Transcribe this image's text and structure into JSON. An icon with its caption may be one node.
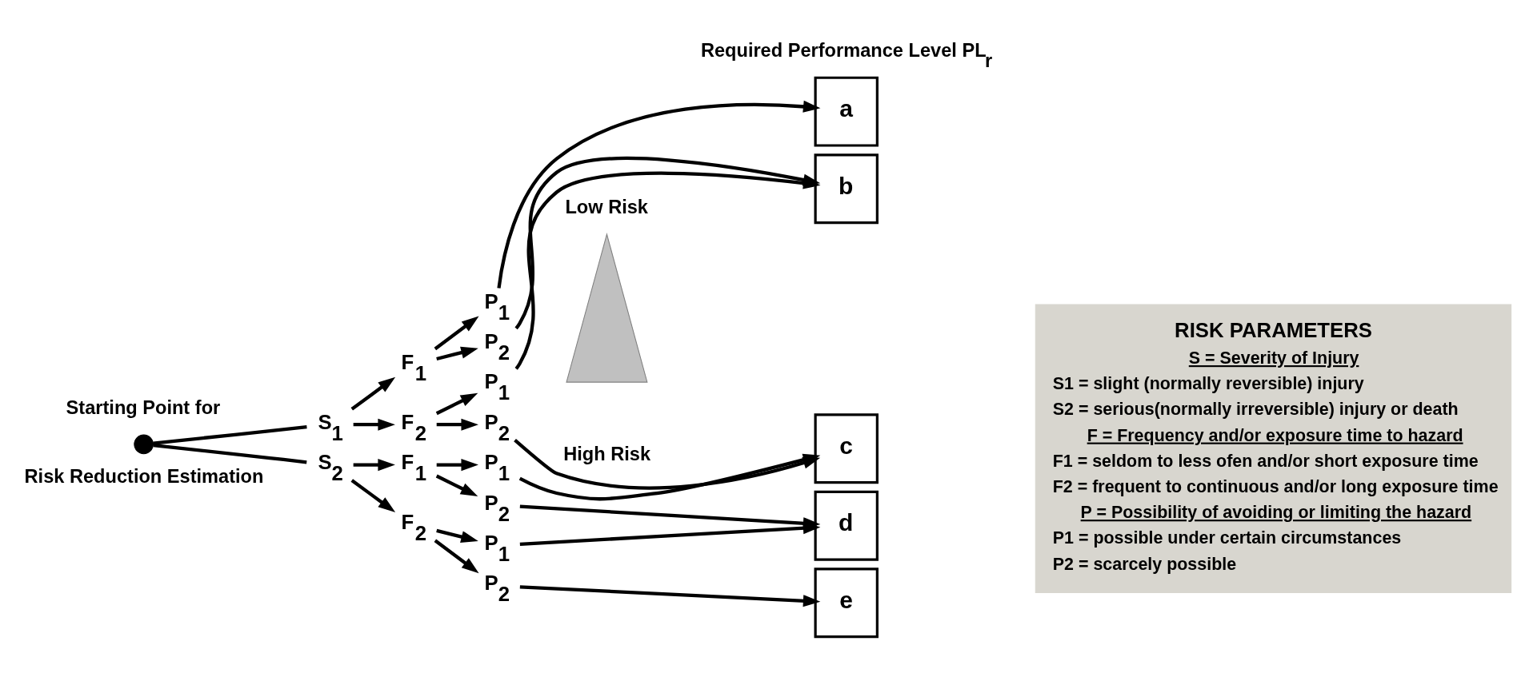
{
  "diagram": {
    "nodes": [
      {
        "text": [],
        "shape": "circle",
        "beside": [
          "Starting Point for",
          "Risk Reduction Estimation"
        ]
      },
      {
        "text": [
          "S$_{1}$"
        ]
      },
      {
        "text": [
          "S$_{2}$"
        ]
      },
      {
        "text": [
          "F$_{1}$"
        ]
      },
      {
        "text": [
          "F$_{2}$"
        ]
      },
      {
        "text": [
          "F$_{1}$"
        ]
      },
      {
        "text": [
          "F$_{2}$"
        ]
      },
      {
        "text": [
          "P$_{1}$"
        ]
      },
      {
        "text": [
          "P$_{2}$"
        ]
      },
      {
        "text": [
          "P$_{1}$"
        ]
      },
      {
        "text": [
          "P$_{2}$"
        ]
      },
      {
        "text": [
          "P$_{1}$"
        ]
      },
      {
        "text": [
          "P$_{2}$"
        ]
      },
      {
        "text": [
          "P$_{1}$"
        ]
      },
      {
        "text": [
          "P$_{2}$"
        ]
      },
      {
        "text": [],
        "shape": "triangle",
        "beside": [
          "Low Risk",
          "High Risk"
        ]
      },
      {
        "text": [
          "a"
        ]
      },
      {
        "text": [
          "b"
        ]
      },
      {
        "text": [
          "c"
        ]
      },
      {
        "text": [
          "d"
        ]
      },
      {
        "text": [
          "e"
        ]
      },
      {
        "text": [
          "RISK PARAMETERS",
          "S = Severity of Injury",
          "S1 = slight (normally reversible) injury",
          "S2 = serious(normally irreversible) injury or death",
          "F = Frequency and/or exposure time to hazard",
          "F1 = seldom to less ofen and/or short exposure time",
          "F2 = frequent to continuous and/or long exposure time",
          "P = Possibility of avoiding or limiting the hazard",
          "P1 = possible under certain circumstances",
          "P2 = scarcely possible"
        ]
      }
    ],
    "edges": [
      {
        "from": 0,
        "to": 1,
        "arrow": "none"
      },
      {
        "from": 0,
        "to": 2,
        "arrow": "none"
      },
      {
        "from": 1,
        "to": 3,
        "arrow": "to"
      },
      {
        "from": 1,
        "to": 4,
        "arrow": "to"
      },
      {
        "from": 2,
        "to": 5,
        "arrow": "to"
      },
      {
        "from": 2,
        "to": 6,
        "arrow": "to"
      },
      {
        "from": 3,
        "to": 7,
        "arrow": "to"
      },
      {
        "from": 3,
        "to": 8,
        "arrow": "to"
      },
      {
        "from": 4,
        "to": 9,
        "arrow": "to"
      },
      {
        "from": 4,
        "to": 10,
        "arrow": "to"
      },
      {
        "from": 5,
        "to": 11,
        "arrow": "to"
      },
      {
        "from": 5,
        "to": 12,
        "arrow": "to"
      },
      {
        "from": 6,
        "to": 13,
        "arrow": "to"
      },
      {
        "from": 6,
        "to": 14,
        "arrow": "to"
      },
      {
        "from": 7,
        "to": 16,
        "arrow": "to"
      },
      {
        "from": 8,
        "to": 17,
        "arrow": "to"
      },
      {
        "from": 9,
        "to": 17,
        "arrow": "to"
      },
      {
        "from": 10,
        "to": 18,
        "arrow": "to"
      },
      {
        "from": 11,
        "to": 18,
        "arrow": "to"
      },
      {
        "from": 12,
        "to": 19,
        "arrow": "to"
      },
      {
        "from": 13,
        "to": 19,
        "arrow": "to"
      },
      {
        "from": 14,
        "to": 20,
        "arrow": "to"
      }
    ],
    "labels": [
      "Required Performance Level PL$_{r}$"
    ]
  }
}
